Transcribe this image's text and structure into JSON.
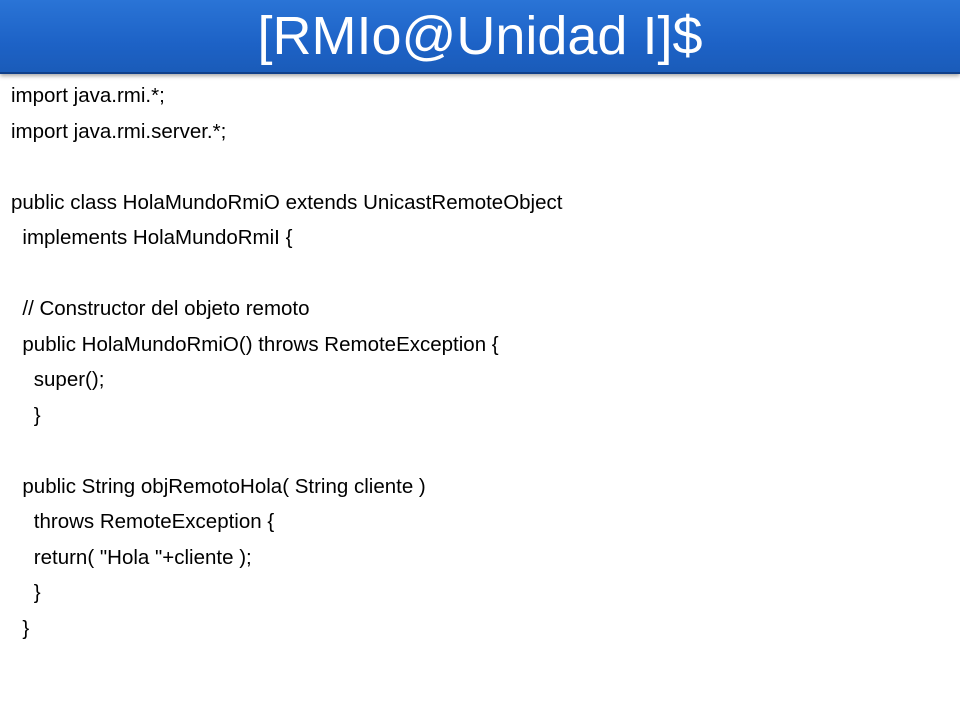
{
  "slide": {
    "title": "[RMIo@Unidad I]$",
    "code_lines": [
      "import java.rmi.*;",
      "import java.rmi.server.*;",
      "",
      "public class HolaMundoRmiO extends UnicastRemoteObject",
      "  implements HolaMundoRmiI {",
      "",
      "  // Constructor del objeto remoto",
      "  public HolaMundoRmiO() throws RemoteException {",
      "    super();",
      "    }",
      "",
      "  public String objRemotoHola( String cliente )",
      "    throws RemoteException {",
      "    return( \"Hola \"+cliente );",
      "    }",
      "  }"
    ]
  },
  "colors": {
    "title_bar": "#1d62c6",
    "title_text": "#ffffff",
    "body_text": "#000000",
    "background": "#ffffff"
  }
}
